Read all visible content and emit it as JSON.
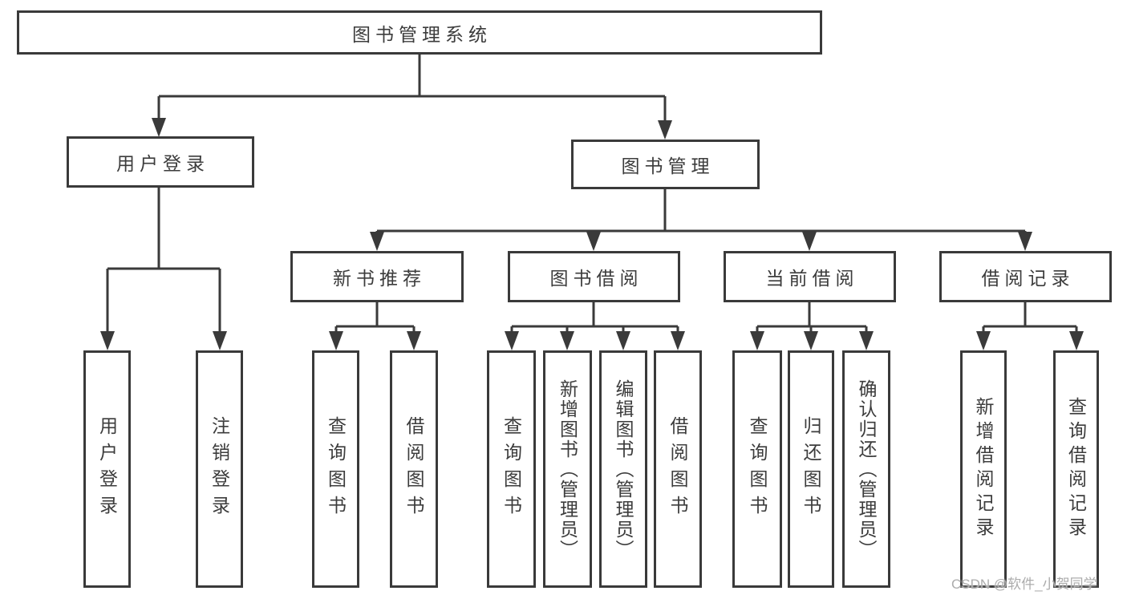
{
  "tree": {
    "root": {
      "label": "图书管理系统",
      "children": [
        {
          "label": "用户登录",
          "children": [
            {
              "label": "用户登录"
            },
            {
              "label": "注销登录"
            }
          ]
        },
        {
          "label": "图书管理",
          "children": [
            {
              "label": "新书推荐",
              "children": [
                {
                  "label": "查询图书"
                },
                {
                  "label": "借阅图书"
                }
              ]
            },
            {
              "label": "图书借阅",
              "children": [
                {
                  "label": "查询图书"
                },
                {
                  "label": "新增图书（管理员）"
                },
                {
                  "label": "编辑图书（管理员）"
                },
                {
                  "label": "借阅图书"
                }
              ]
            },
            {
              "label": "当前借阅",
              "children": [
                {
                  "label": "查询图书"
                },
                {
                  "label": "归还图书"
                },
                {
                  "label": "确认归还（管理员）"
                }
              ]
            },
            {
              "label": "借阅记录",
              "children": [
                {
                  "label": "新增借阅记录"
                },
                {
                  "label": "查询借阅记录"
                }
              ]
            }
          ]
        }
      ]
    }
  },
  "watermark": {
    "text": "CSDN @软件_小贺同学",
    "color": "#acacac"
  },
  "colors": {
    "line": "#3a3a3a",
    "text": "#3c3c3c",
    "background": "#ffffff"
  }
}
